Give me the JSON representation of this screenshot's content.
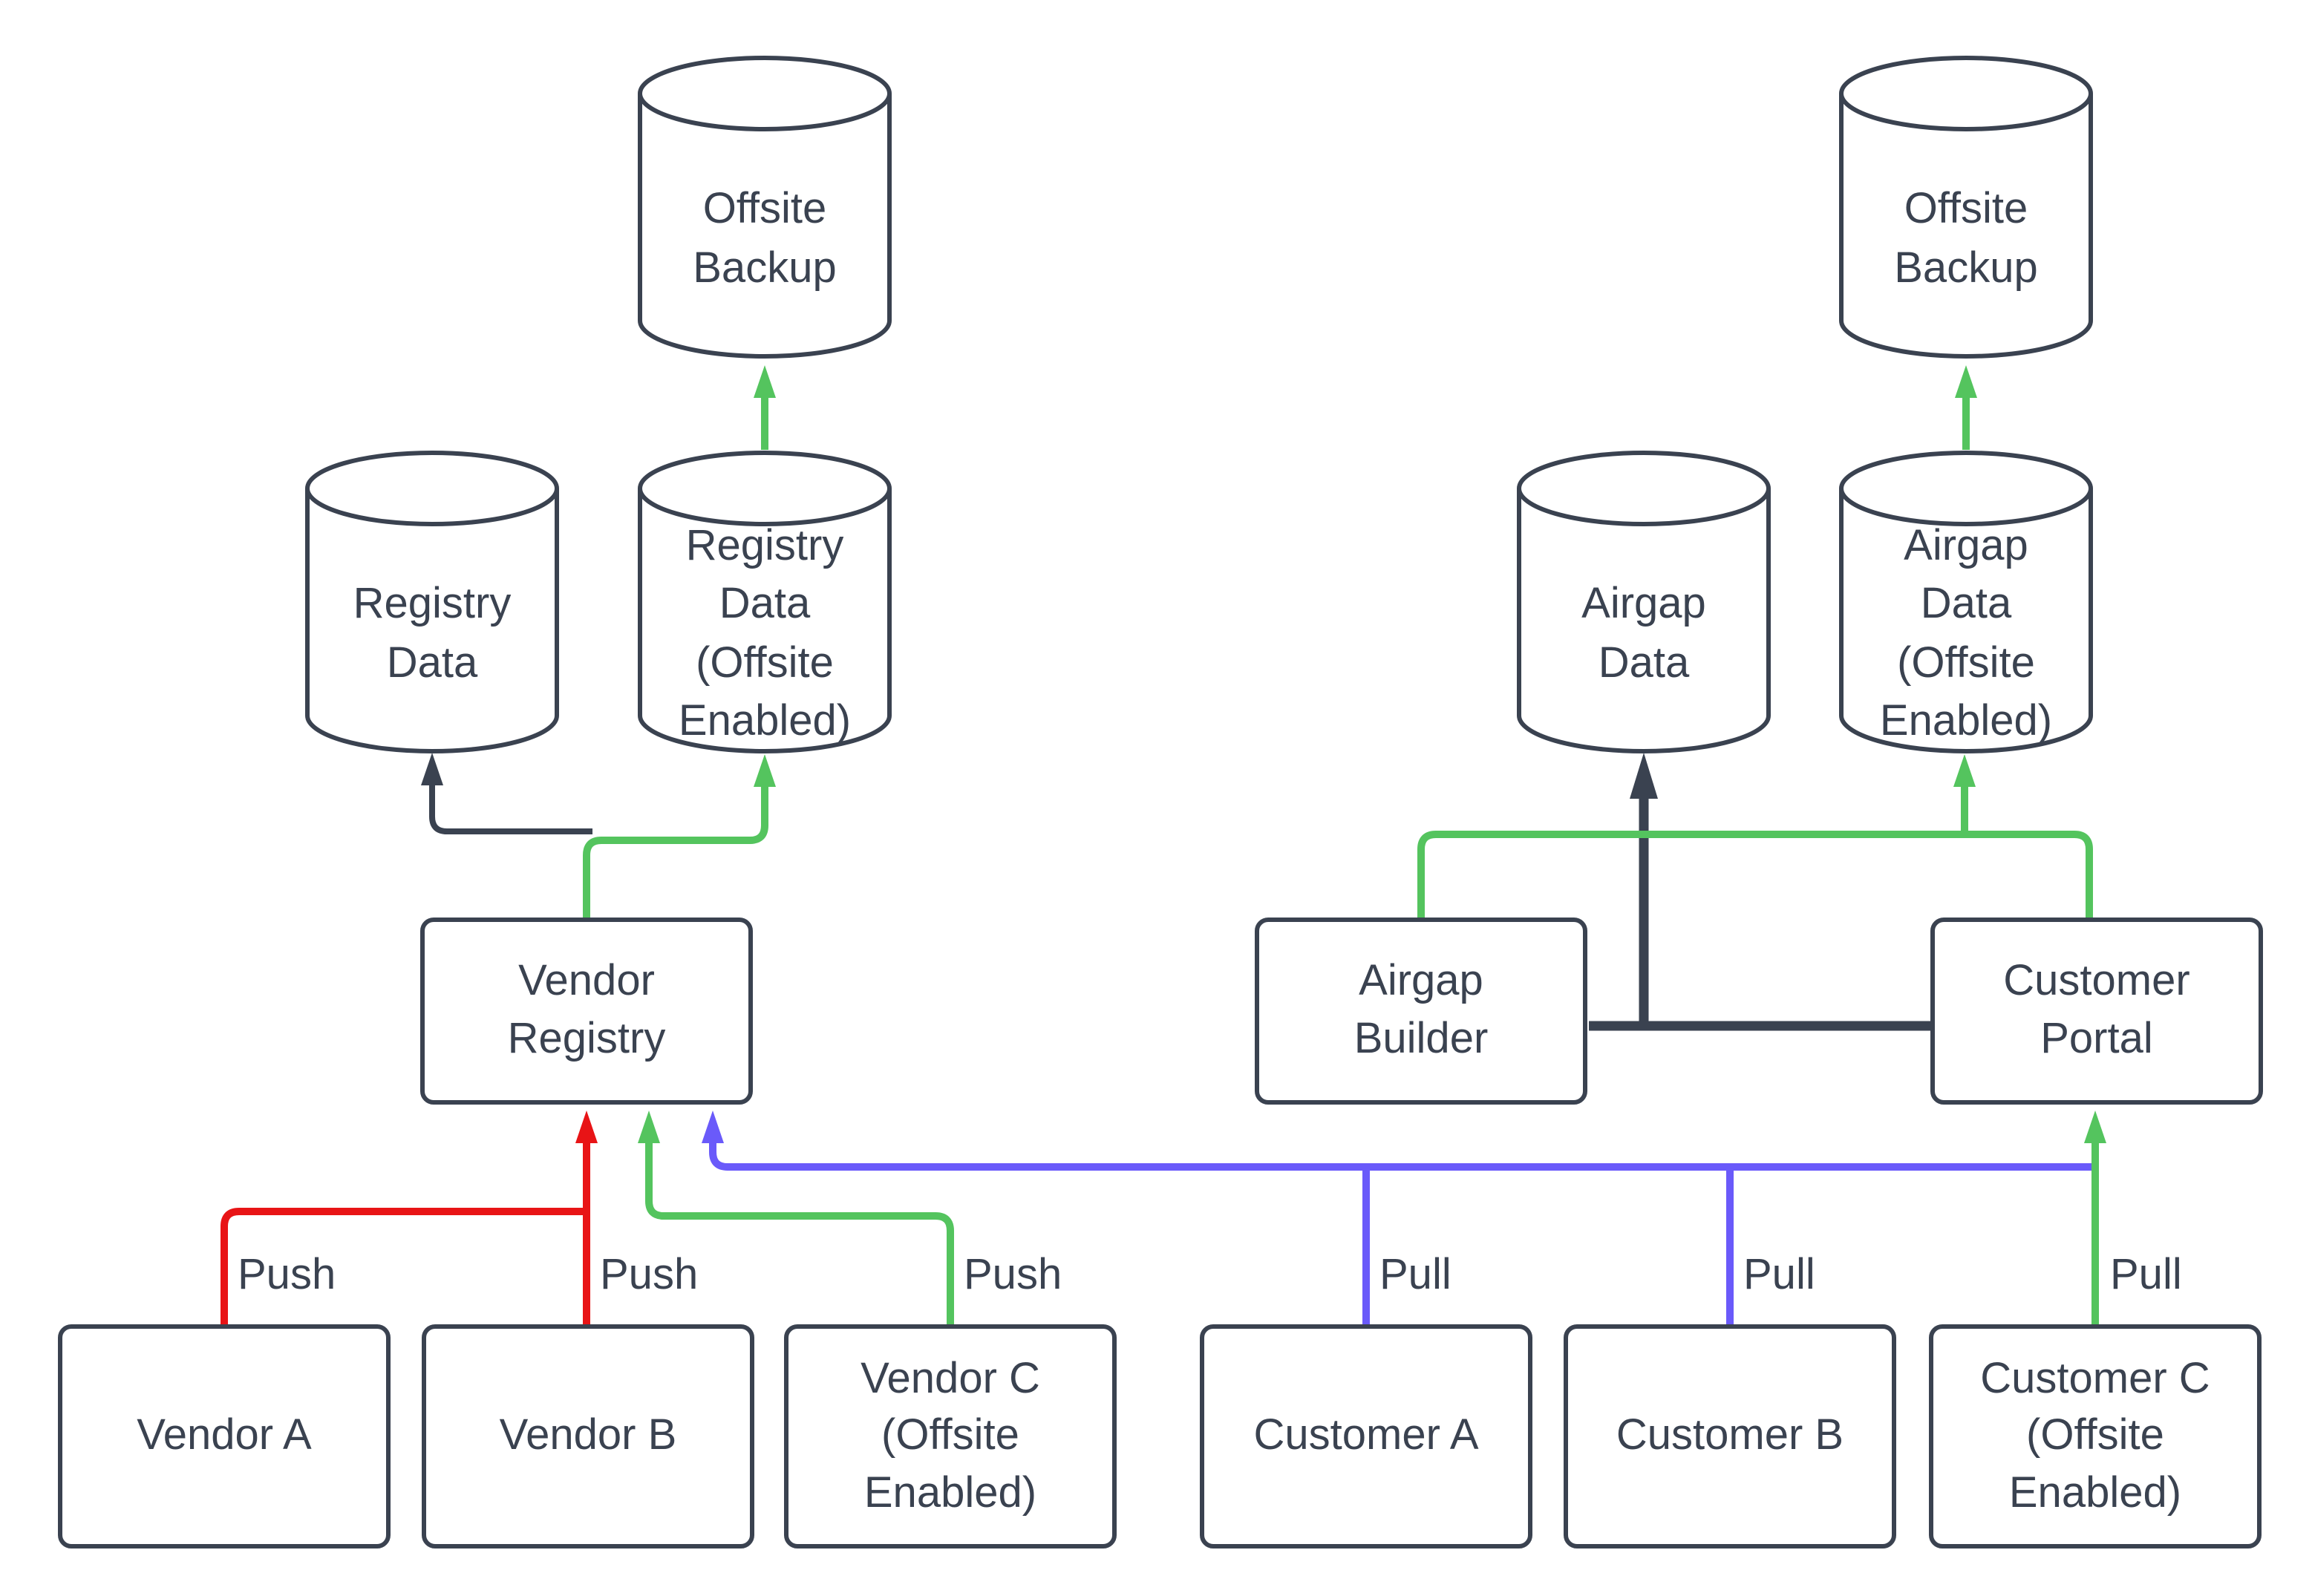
{
  "colors": {
    "dark": "#3a4250",
    "green": "#54c45e",
    "red": "#e81416",
    "blue": "#6a5afa",
    "text": "#3a4250"
  },
  "cylinders": {
    "offsite_backup_left": {
      "label": "Offsite\nBackup"
    },
    "offsite_backup_right": {
      "label": "Offsite\nBackup"
    },
    "registry_data": {
      "label": "Registry\nData"
    },
    "registry_data_offsite": {
      "label": "Registry\nData\n(Offsite\nEnabled)"
    },
    "airgap_data": {
      "label": "Airgap\nData"
    },
    "airgap_data_offsite": {
      "label": "Airgap\nData\n(Offsite\nEnabled)"
    }
  },
  "boxes": {
    "vendor_registry": {
      "label": "Vendor\nRegistry"
    },
    "airgap_builder": {
      "label": "Airgap\nBuilder"
    },
    "customer_portal": {
      "label": "Customer\nPortal"
    },
    "vendor_a": {
      "label": "Vendor A"
    },
    "vendor_b": {
      "label": "Vendor B"
    },
    "vendor_c": {
      "label": "Vendor C\n(Offsite\nEnabled)"
    },
    "customer_a": {
      "label": "Customer A"
    },
    "customer_b": {
      "label": "Customer B"
    },
    "customer_c": {
      "label": "Customer C\n(Offsite\nEnabled)"
    }
  },
  "edge_labels": {
    "push_vendor_a": "Push",
    "push_vendor_b": "Push",
    "push_vendor_c": "Push",
    "pull_customer_a": "Pull",
    "pull_customer_b": "Pull",
    "pull_customer_c": "Pull"
  }
}
